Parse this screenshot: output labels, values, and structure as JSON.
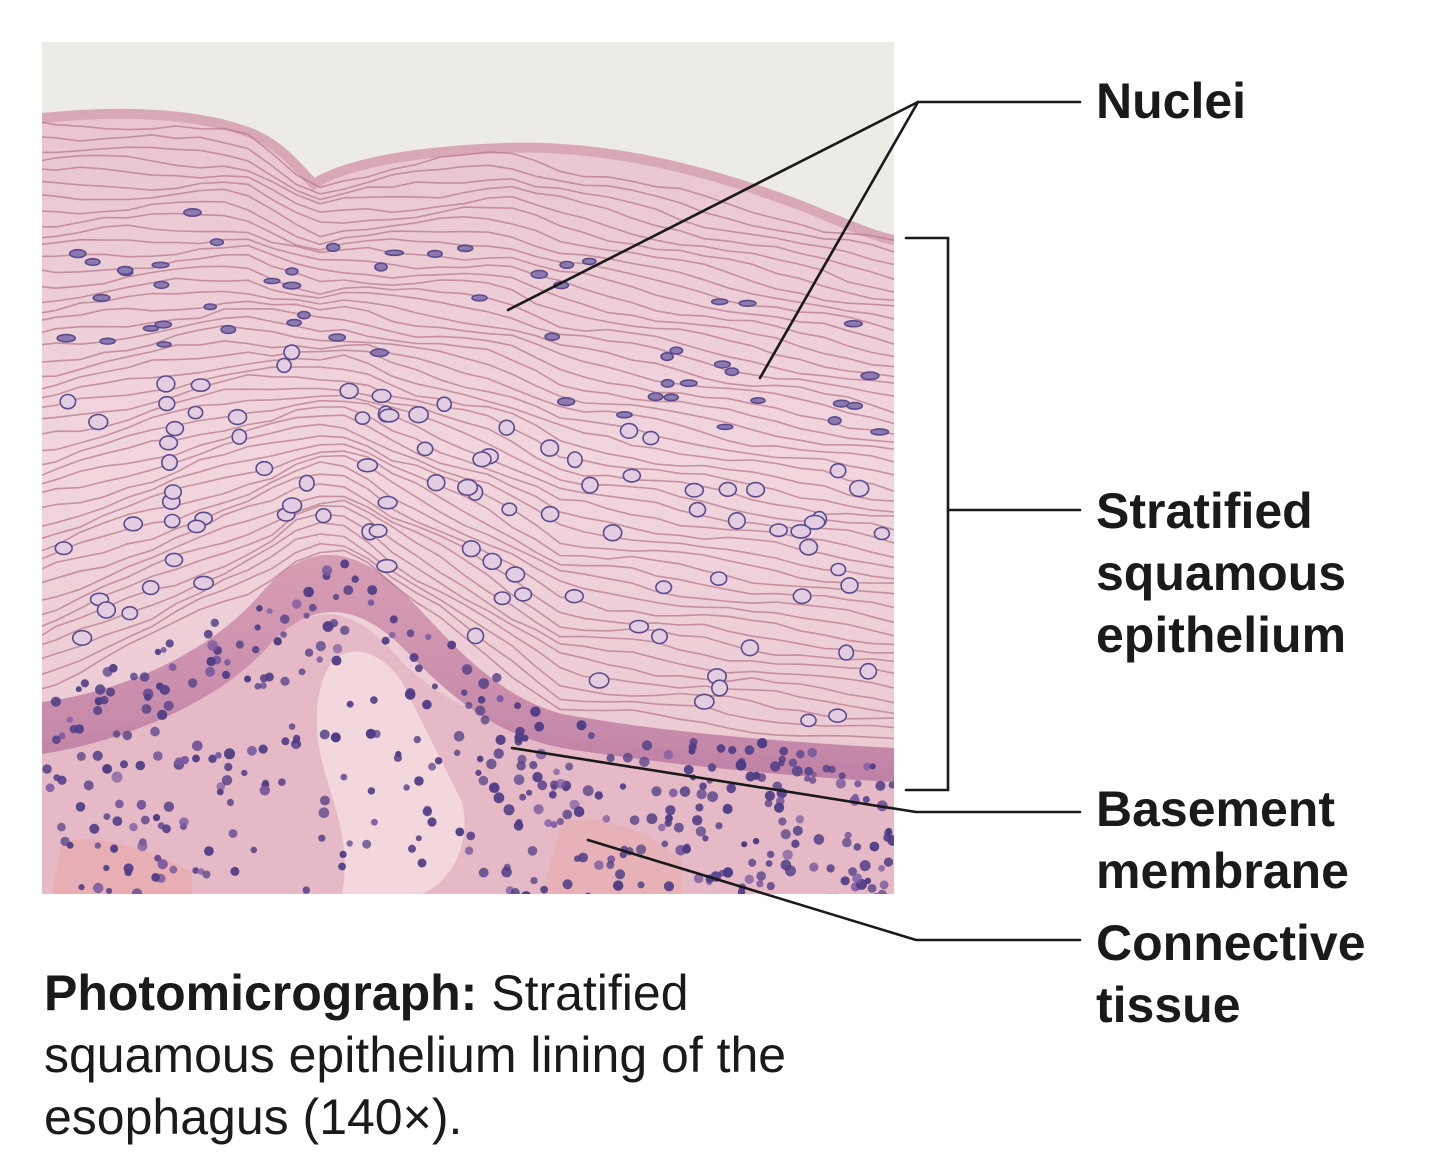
{
  "labels": {
    "nuclei": "Nuclei",
    "epithelium": [
      "Stratified",
      "squamous",
      "epithelium"
    ],
    "basement_membrane": [
      "Basement",
      "membrane"
    ],
    "connective_tissue": [
      "Connective",
      "tissue"
    ]
  },
  "caption": {
    "heading": "Photomicrograph:",
    "text": " Stratified squamous epithelium lining of the esophagus (140×)."
  },
  "colors": {
    "background_top": "#ecebe6",
    "epithelium_pale": "#efd0d8",
    "cell_border": "#b97a8e",
    "basal_layer": "#c98aa6",
    "nucleus": "#5b4a8e",
    "connective": "#e8c4cd",
    "leader_line": "#1a1a1a"
  }
}
